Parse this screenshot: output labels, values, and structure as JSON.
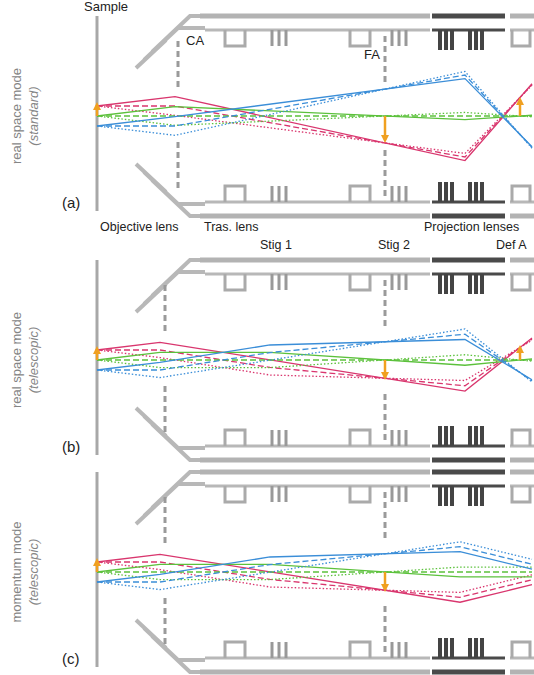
{
  "diagram": {
    "labels": [
      "Sample",
      "CA",
      "FA",
      "real space mode",
      "(standard)",
      "(a)",
      "Objective lens",
      "Tras. lens",
      "Stig 1",
      "Stig 2",
      "Projection lenses",
      "Def A",
      "real space mode",
      "(telescopic)",
      "(b)",
      "momentum mode",
      "(telescopic)",
      "(c)"
    ]
  }
}
